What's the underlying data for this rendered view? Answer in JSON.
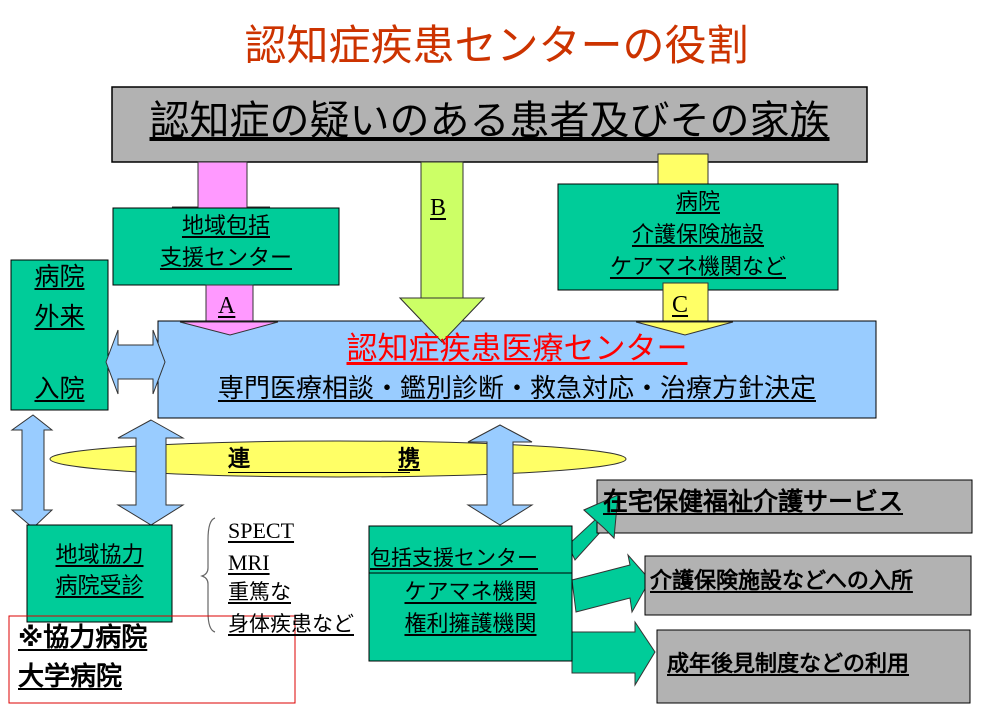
{
  "title": "認知症疾患センターの役割",
  "top_box": "認知症の疑いのある患者及びその家族",
  "chiiki_houkatsu": [
    "地域包括",
    "支援センター"
  ],
  "hospital_box": [
    "病院",
    "介護保険施設",
    "ケアマネ機関など"
  ],
  "outpatient": [
    "病院",
    "外来",
    "入院"
  ],
  "route_labels": {
    "a": "A",
    "b": "B",
    "c": "C"
  },
  "center": {
    "name": "認知症疾患医療センター",
    "functions": "専門医療相談・鑑別診断・救急対応・治療方針決定"
  },
  "renkei": [
    "連",
    "携"
  ],
  "partner_hospital": [
    "地域協力",
    "病院受診"
  ],
  "bracket_items": [
    "SPECT",
    "MRI",
    "重篤な",
    "身体疾患など"
  ],
  "note": [
    "※協力病院",
    "大学病院"
  ],
  "support_box": [
    "包括支援センター",
    "ケアマネ機関",
    "権利擁護機関"
  ],
  "outcomes": [
    "在宅保健福祉介護サービス",
    "介護保険施設などへの入所",
    "成年後見制度などの利用"
  ],
  "colors": {
    "title": "#cc3300",
    "green": "#00cc99",
    "gray": "#b2b2b2",
    "blue": "#99ccff",
    "pink": "#ff99ff",
    "lime": "#ccff66",
    "yellow": "#ffff66",
    "center_name": "#ff0000"
  }
}
